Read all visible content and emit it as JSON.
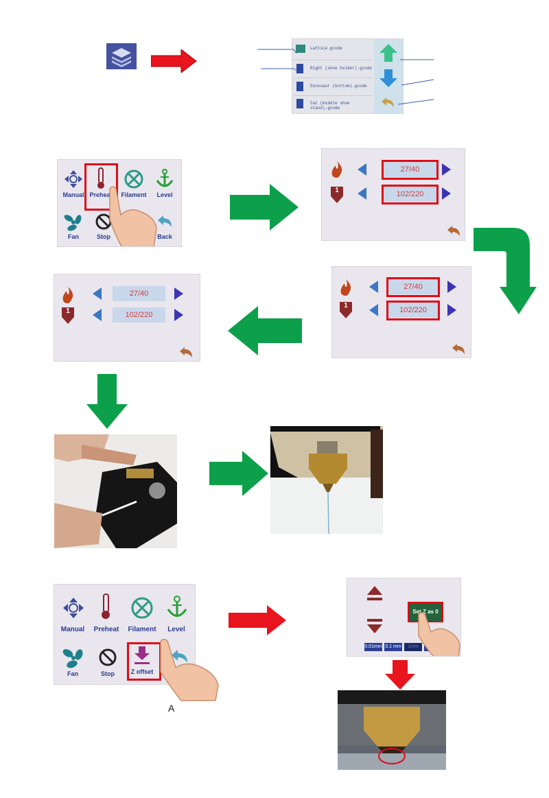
{
  "print_menu": {
    "files": [
      "Lattice.gcode",
      "Right (shoe holder).gcode",
      "Dinosaur (bottom).gcode",
      "Cat (middle shoe stand).gcode"
    ]
  },
  "main_menu": {
    "items": [
      "Manual",
      "Preheat",
      "Filament",
      "Level",
      "Fan",
      "Stop",
      "Z offset",
      "Back"
    ]
  },
  "preheat_screen_1": {
    "bed": "27/40",
    "nozzle": "102/220"
  },
  "preheat_screen_2": {
    "bed": "27/40",
    "nozzle": "102/220"
  },
  "preheat_screen_3": {
    "bed": "27/40",
    "nozzle": "102/220"
  },
  "nozzle_index": "1",
  "zoffset_screen": {
    "set_label": "Set Z as 0",
    "steps": [
      "0.01mm",
      "0.1 mm",
      "1mm",
      "10mm"
    ]
  },
  "caption_a": "A",
  "colors": {
    "red_arrow": "#e8141e",
    "green_arrow": "#0da04a",
    "highlight": "#e00a16"
  }
}
